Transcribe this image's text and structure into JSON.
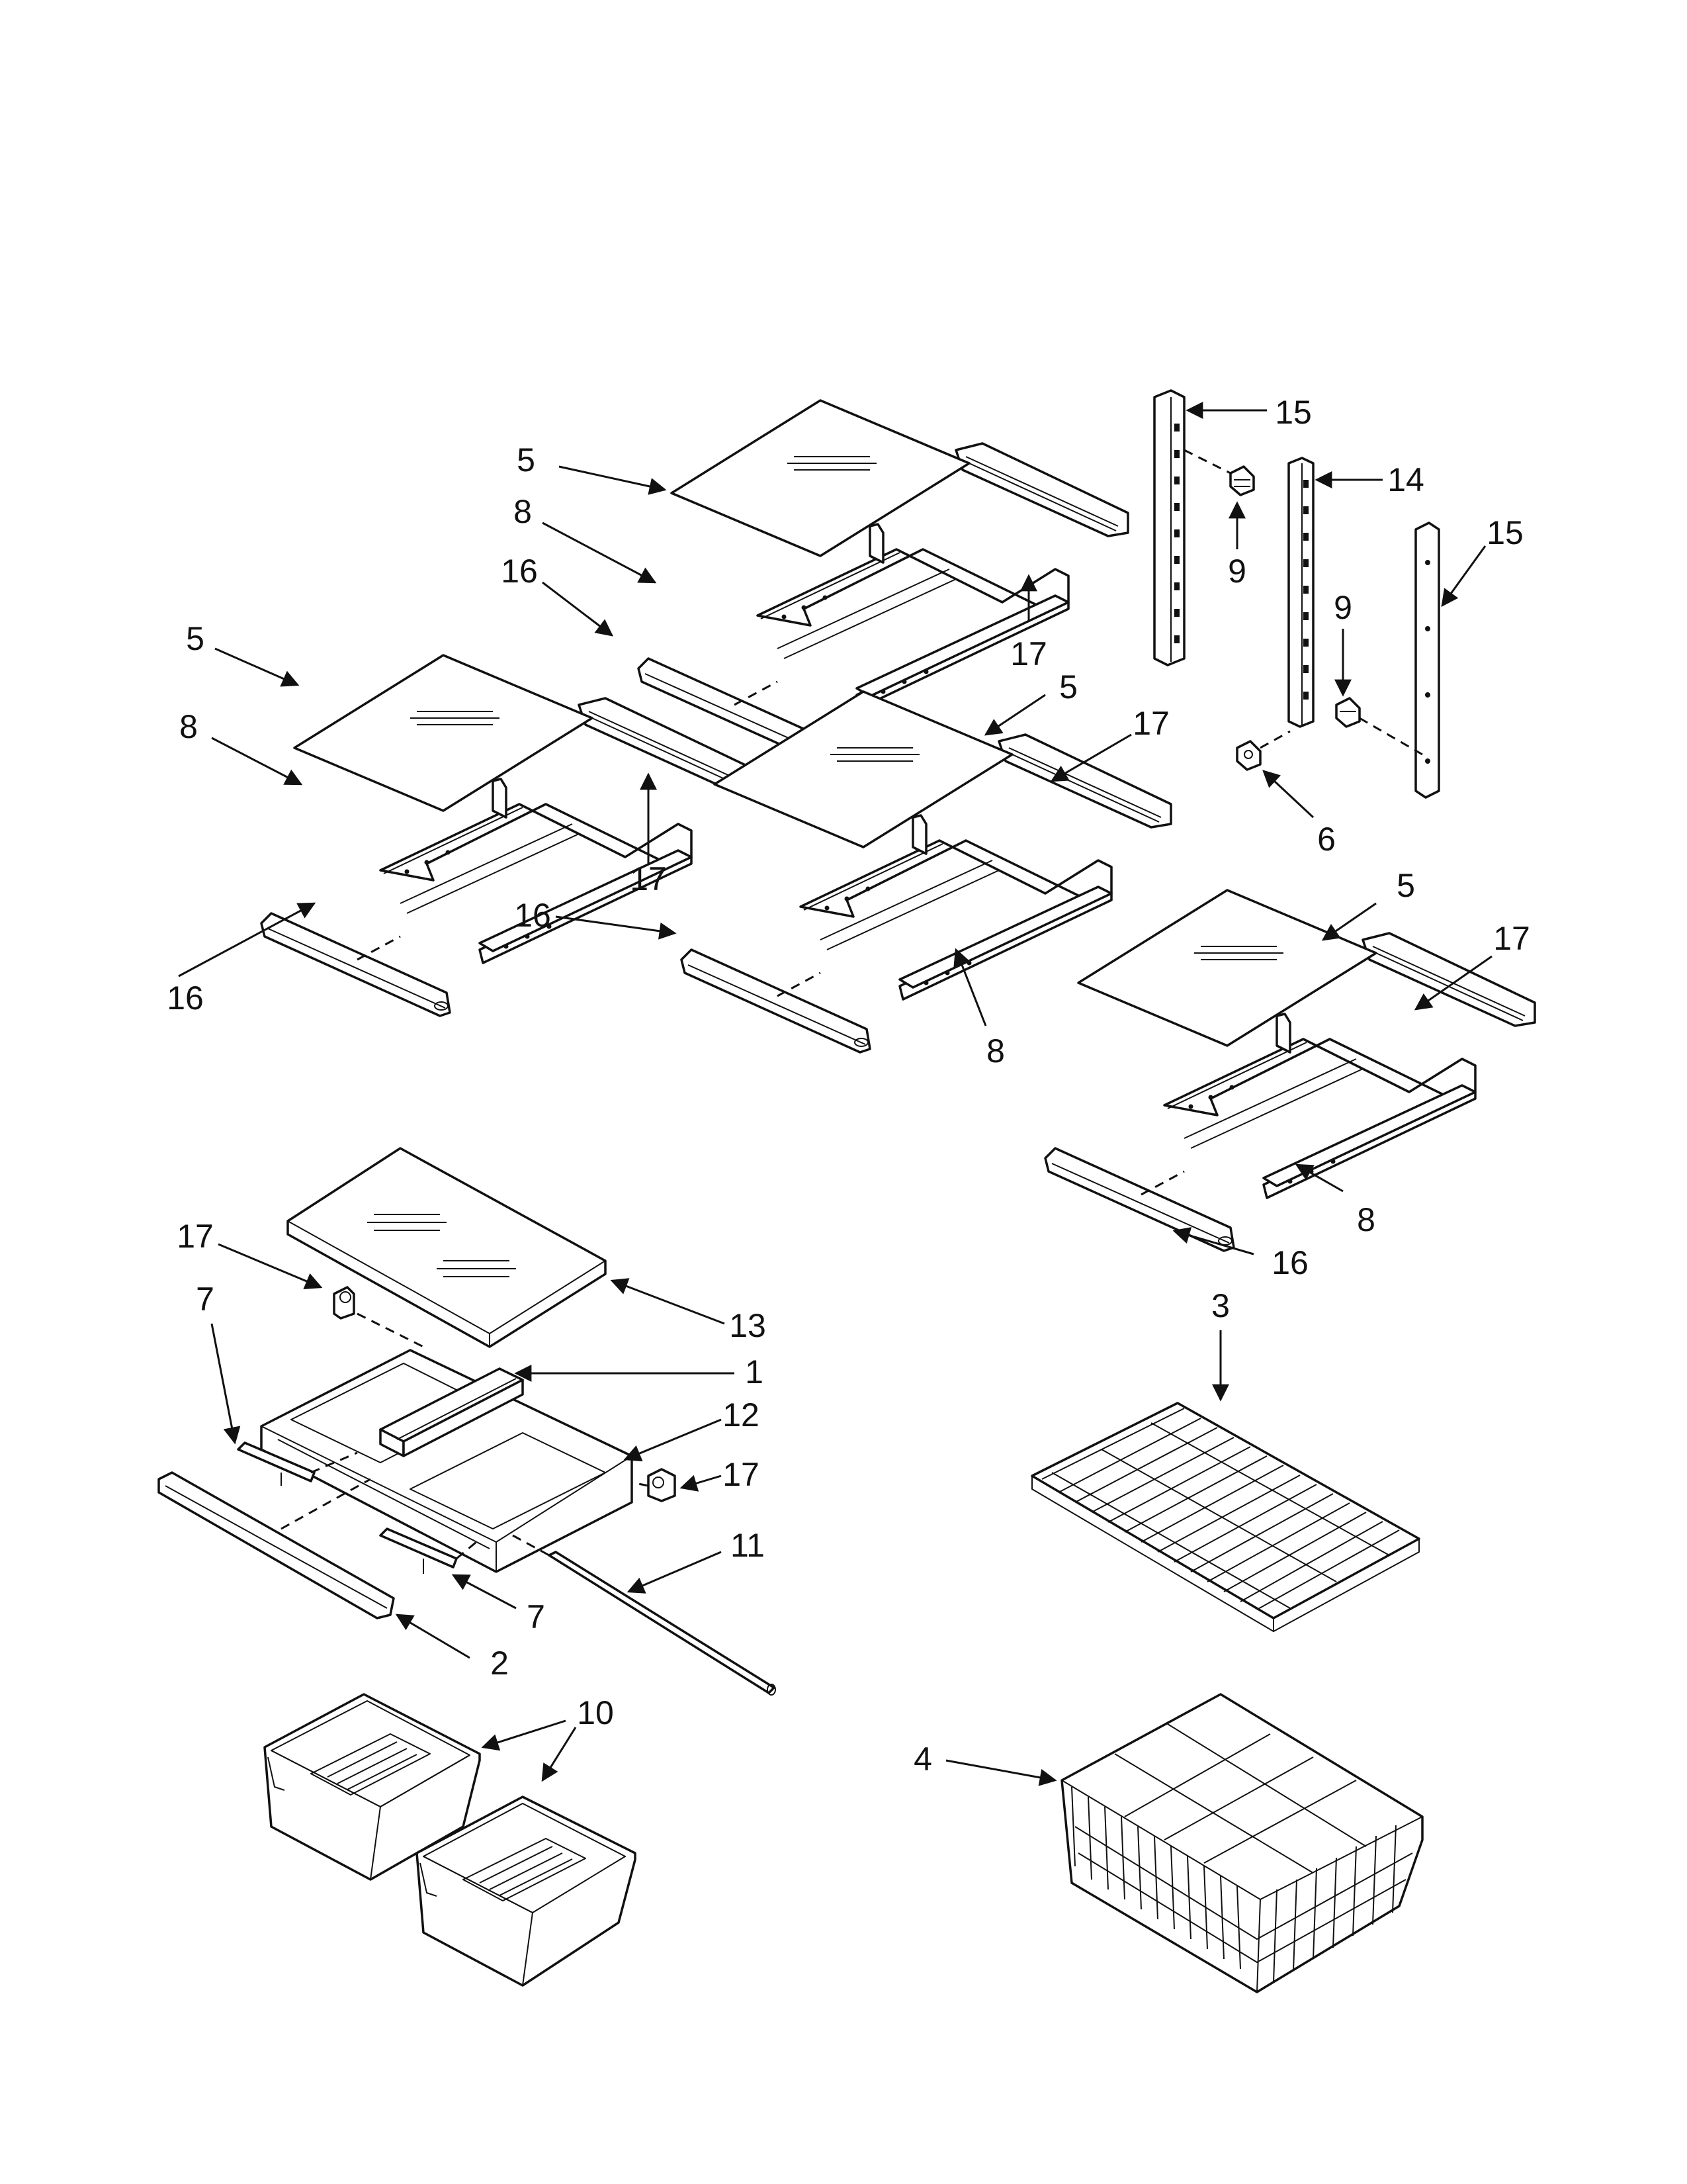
{
  "callouts": {
    "c1": "1",
    "c2": "2",
    "c3": "3",
    "c4": "4",
    "c5a": "5",
    "c5b": "5",
    "c5c": "5",
    "c5d": "5",
    "c6": "6",
    "c7a": "7",
    "c7b": "7",
    "c8a": "8",
    "c8b": "8",
    "c8c": "8",
    "c8d": "8",
    "c9a": "9",
    "c9b": "9",
    "c10": "10",
    "c11": "11",
    "c12": "12",
    "c13": "13",
    "c14": "14",
    "c15a": "15",
    "c15b": "15",
    "c16a": "16",
    "c16b": "16",
    "c16c": "16",
    "c16d": "16",
    "c17a": "17",
    "c17b": "17",
    "c17c": "17",
    "c17d": "17",
    "c17e": "17",
    "c17f": "17"
  }
}
